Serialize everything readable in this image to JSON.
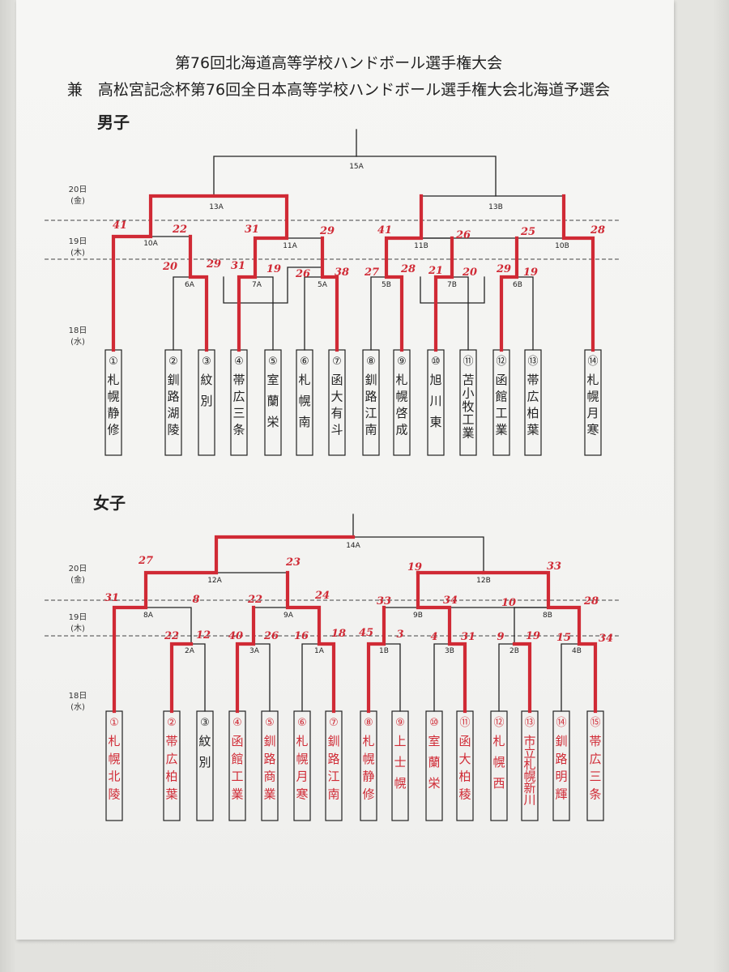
{
  "title_line1": "第76回北海道高等学校ハンドボール選手権大会",
  "title_line2": "兼　高松宮記念杯第76回全日本高等学校ハンドボール選手権大会北海道予選会",
  "colors": {
    "ink": "#222222",
    "highlight": "#d02a35",
    "paper": "#f4f4f2"
  },
  "days": [
    {
      "day": "20日",
      "dow": "(金)"
    },
    {
      "day": "19日",
      "dow": "(木)"
    },
    {
      "day": "18日",
      "dow": "(水)"
    }
  ],
  "boys": {
    "label": "男子",
    "teams": [
      {
        "seed": "①",
        "name": "札幌静修"
      },
      {
        "seed": "②",
        "name": "釧路湖陵"
      },
      {
        "seed": "③",
        "name": "紋別"
      },
      {
        "seed": "④",
        "name": "帯広三条"
      },
      {
        "seed": "⑤",
        "name": "室蘭栄"
      },
      {
        "seed": "⑥",
        "name": "札幌南"
      },
      {
        "seed": "⑦",
        "name": "函大有斗"
      },
      {
        "seed": "⑧",
        "name": "釧路江南"
      },
      {
        "seed": "⑨",
        "name": "札幌啓成"
      },
      {
        "seed": "⑩",
        "name": "旭川東"
      },
      {
        "seed": "⑪",
        "name": "苫小牧工業"
      },
      {
        "seed": "⑫",
        "name": "函館工業"
      },
      {
        "seed": "⑬",
        "name": "帯広柏葉"
      },
      {
        "seed": "⑭",
        "name": "札幌月寒"
      }
    ],
    "matches": [
      "15A",
      "13A",
      "13B",
      "10A",
      "11A",
      "11B",
      "10B",
      "6A",
      "7A",
      "5A",
      "5B",
      "7B",
      "6B"
    ],
    "scores": [
      "41",
      "22",
      "31",
      "29",
      "41",
      "26",
      "25",
      "28",
      "20",
      "29",
      "31",
      "19",
      "26",
      "38",
      "27",
      "28",
      "21",
      "20",
      "29",
      "19"
    ]
  },
  "girls": {
    "label": "女子",
    "teams": [
      {
        "seed": "①",
        "name": "札幌北陵"
      },
      {
        "seed": "②",
        "name": "帯広柏葉"
      },
      {
        "seed": "③",
        "name": "紋別"
      },
      {
        "seed": "④",
        "name": "函館工業"
      },
      {
        "seed": "⑤",
        "name": "釧路商業"
      },
      {
        "seed": "⑥",
        "name": "札幌月寒"
      },
      {
        "seed": "⑦",
        "name": "釧路江南"
      },
      {
        "seed": "⑧",
        "name": "札幌静修"
      },
      {
        "seed": "⑨",
        "name": "上士幌"
      },
      {
        "seed": "⑩",
        "name": "室蘭栄"
      },
      {
        "seed": "⑪",
        "name": "函大柏稜"
      },
      {
        "seed": "⑫",
        "name": "札幌西"
      },
      {
        "seed": "⑬",
        "name": "市立札幌新川"
      },
      {
        "seed": "⑭",
        "name": "釧路明輝"
      },
      {
        "seed": "⑮",
        "name": "帯広三条"
      }
    ],
    "matches": [
      "14A",
      "12A",
      "12B",
      "8A",
      "9A",
      "9B",
      "8B",
      "2A",
      "3A",
      "1A",
      "1B",
      "3B",
      "2B",
      "4B"
    ],
    "scores": [
      "27",
      "23",
      "19",
      "33",
      "31",
      "8",
      "22",
      "24",
      "33",
      "34",
      "10",
      "28",
      "22",
      "12",
      "40",
      "26",
      "16",
      "18",
      "45",
      "3",
      "4",
      "31",
      "9",
      "19",
      "15",
      "34"
    ]
  }
}
